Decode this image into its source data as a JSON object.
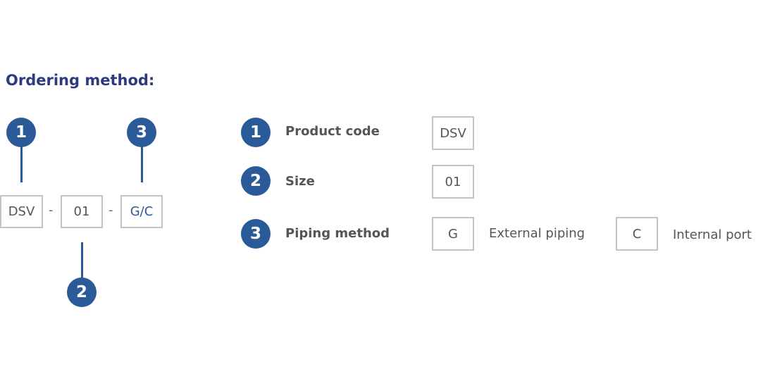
{
  "title": "Ordering method:",
  "code": {
    "parts": [
      {
        "number": "1",
        "value": "DSV"
      },
      {
        "number": "2",
        "value": "01"
      },
      {
        "number": "3",
        "value": "G/C"
      }
    ],
    "separator": "-"
  },
  "legend": [
    {
      "number": "1",
      "label": "Product code",
      "options": [
        {
          "code": "DSV",
          "description": ""
        }
      ]
    },
    {
      "number": "2",
      "label": "Size",
      "options": [
        {
          "code": "01",
          "description": ""
        }
      ]
    },
    {
      "number": "3",
      "label": "Piping method",
      "options": [
        {
          "code": "G",
          "description": "External piping"
        },
        {
          "code": "C",
          "description": "Internal port"
        }
      ]
    }
  ],
  "colors": {
    "accent": "#2a5a98",
    "title": "#2e3a80",
    "text": "#555555",
    "box_border": "#c4c4c4"
  }
}
